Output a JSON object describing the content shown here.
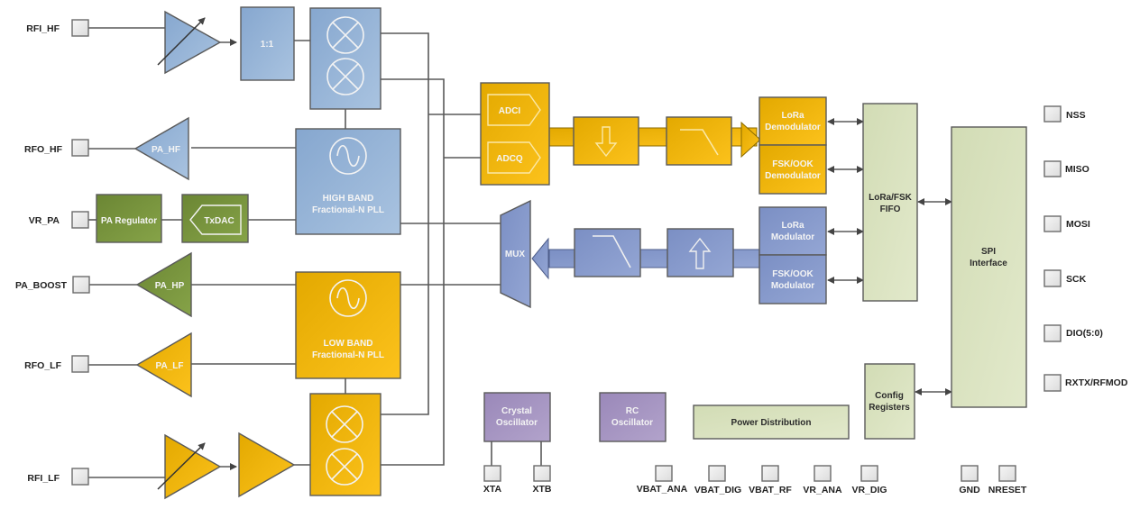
{
  "colors": {
    "blue_block": "#95b3d7",
    "orange_block": "#f0b400",
    "green_block": "#77933c",
    "periwinkle_block": "#8497c8",
    "light_green_block": "#d7e0bc",
    "purple_block": "#a493c0",
    "wire": "#595959"
  },
  "pins_left": [
    {
      "name": "RFI_HF"
    },
    {
      "name": "RFO_HF"
    },
    {
      "name": "VR_PA"
    },
    {
      "name": "PA_BOOST"
    },
    {
      "name": "RFO_LF"
    },
    {
      "name": "RFI_LF"
    }
  ],
  "pins_right": [
    {
      "name": "NSS"
    },
    {
      "name": "MISO"
    },
    {
      "name": "MOSI"
    },
    {
      "name": "SCK"
    },
    {
      "name": "DIO(5:0)"
    },
    {
      "name": "RXTX/RFMOD"
    }
  ],
  "pins_bottom": [
    {
      "name": "XTA"
    },
    {
      "name": "XTB"
    },
    {
      "name": "VBAT_ANA"
    },
    {
      "name": "VBAT_DIG"
    },
    {
      "name": "VBAT_RF"
    },
    {
      "name": "VR_ANA"
    },
    {
      "name": "VR_DIG"
    },
    {
      "name": "GND"
    },
    {
      "name": "NRESET"
    }
  ],
  "blocks": {
    "balun": "1:1",
    "pa_hf": "PA_HF",
    "pa_hp": "PA_HP",
    "pa_lf": "PA_LF",
    "pa_regulator": "PA Regulator",
    "txdac": "TxDAC",
    "hf_pll_line1": "HIGH BAND",
    "hf_pll_line2": "Fractional-N PLL",
    "lf_pll_line1": "LOW BAND",
    "lf_pll_line2": "Fractional-N PLL",
    "adci": "ADCI",
    "adcq": "ADCQ",
    "mux": "MUX",
    "lora_demod_line1": "LoRa",
    "lora_demod_line2": "Demodulator",
    "fsk_demod_line1": "FSK/OOK",
    "fsk_demod_line2": "Demodulator",
    "lora_mod_line1": "LoRa",
    "lora_mod_line2": "Modulator",
    "fsk_mod_line1": "FSK/OOK",
    "fsk_mod_line2": "Modulator",
    "fifo_line1": "LoRa/FSK",
    "fifo_line2": "FIFO",
    "spi_line1": "SPI",
    "spi_line2": "Interface",
    "config_line1": "Config",
    "config_line2": "Registers",
    "xtal_line1": "Crystal",
    "xtal_line2": "Oscillator",
    "rc_line1": "RC",
    "rc_line2": "Oscillator",
    "power": "Power Distribution"
  }
}
